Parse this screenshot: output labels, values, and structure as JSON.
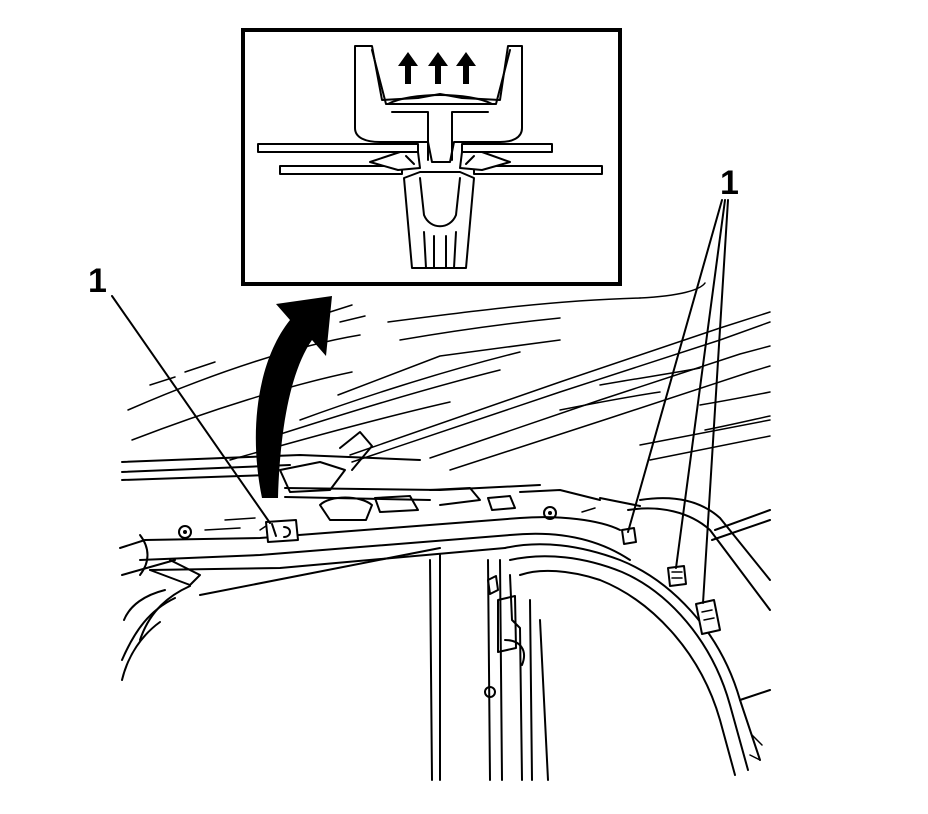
{
  "diagram": {
    "callouts": [
      {
        "id": "left",
        "text": "1"
      },
      {
        "id": "right",
        "text": "1"
      }
    ],
    "detail_inset": {
      "arrow_count": 3,
      "arrow_direction": "up"
    },
    "colors": {
      "ink": "#000000",
      "paper": "#ffffff"
    },
    "icons": [
      "up-arrow-icon",
      "curved-arrow-icon"
    ]
  }
}
